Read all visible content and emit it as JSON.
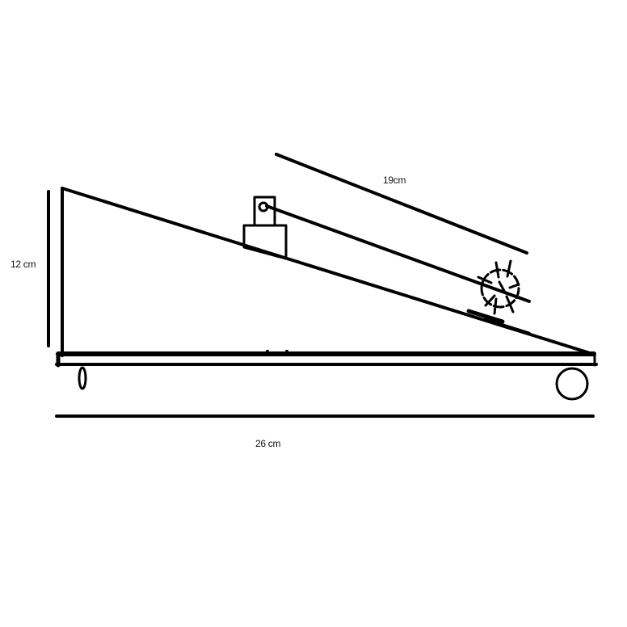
{
  "labels": {
    "height": "12 cm",
    "slope_length": "19cm",
    "base_length": "26 cm"
  },
  "colors": {
    "ink": "#000000",
    "background": "#ffffff"
  }
}
